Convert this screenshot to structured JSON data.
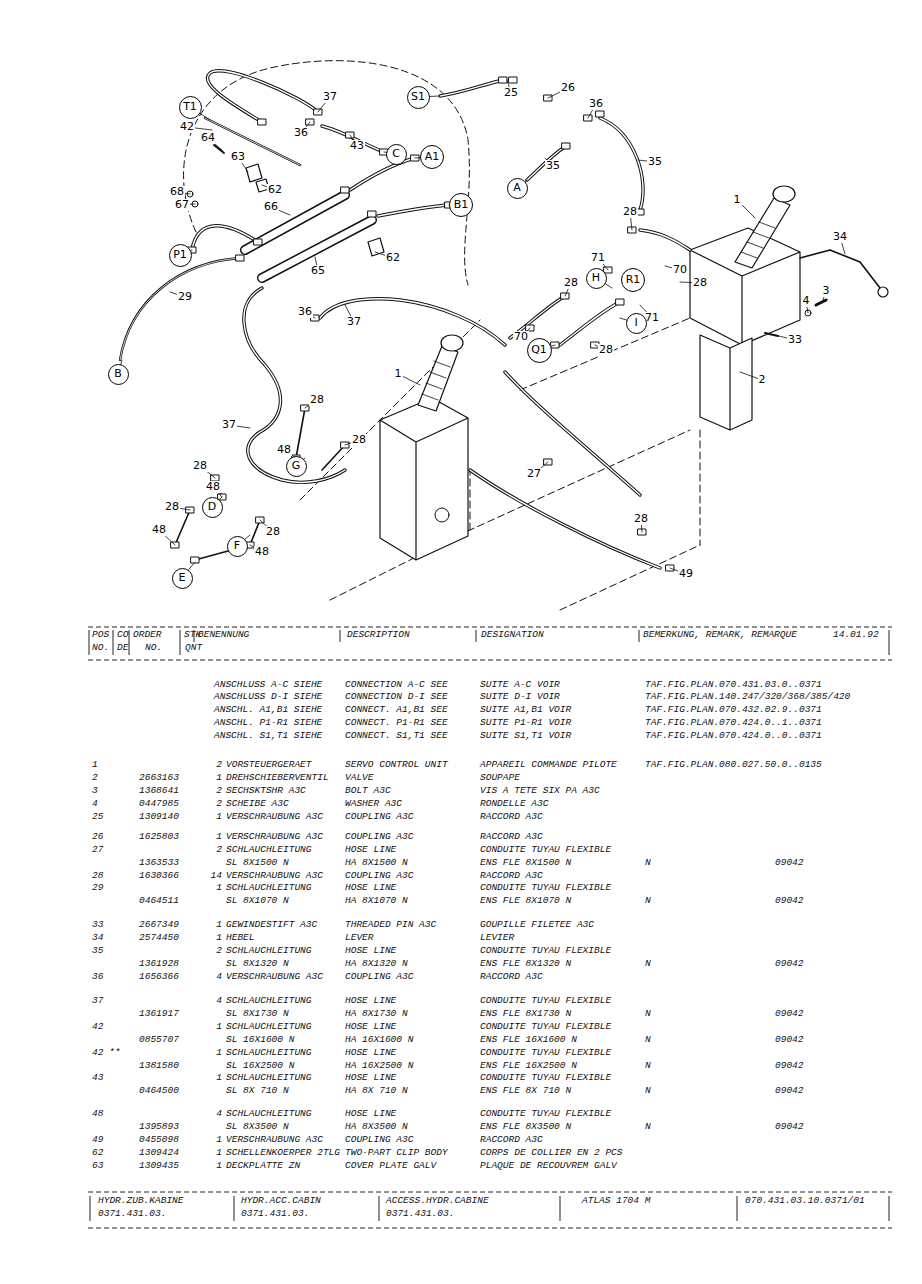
{
  "diagram": {
    "nodes": [
      {
        "text": [
          "T1"
        ]
      },
      {
        "text": [
          "S1"
        ]
      },
      {
        "text": [
          "C"
        ]
      },
      {
        "text": [
          "A1"
        ]
      },
      {
        "text": [
          "B1"
        ]
      },
      {
        "text": [
          "A"
        ]
      },
      {
        "text": [
          "P1"
        ]
      },
      {
        "text": [
          "H"
        ]
      },
      {
        "text": [
          "R1"
        ]
      },
      {
        "text": [
          "I"
        ]
      },
      {
        "text": [
          "Q1"
        ]
      },
      {
        "text": [
          "B"
        ]
      },
      {
        "text": [
          "G"
        ]
      },
      {
        "text": [
          "D"
        ]
      },
      {
        "text": [
          "F"
        ]
      },
      {
        "text": [
          "E"
        ]
      }
    ],
    "labels": [
      "37",
      "25",
      "26",
      "36",
      "42",
      "64",
      "36",
      "43",
      "63",
      "62",
      "68",
      "67",
      "66",
      "35",
      "35",
      "28",
      "1",
      "34",
      "71",
      "70",
      "28",
      "28",
      "4",
      "3",
      "62",
      "65",
      "29",
      "36",
      "37",
      "70",
      "71",
      "33",
      "28",
      "2",
      "1",
      "37",
      "28",
      "48",
      "28",
      "28",
      "48",
      "28",
      "48",
      "28",
      "48",
      "27",
      "28",
      "49",
      "POS",
      "CO",
      "ORDER",
      "STK",
      "BENENNUNG",
      "DESCRIPTION",
      "DESIGNATION",
      "BEMERKUNG, REMARK, REMARQUE",
      "14.01.92",
      "NO.",
      "DE",
      "NO.",
      "QNT",
      "ANSCHLUSS A-C SIEHE",
      "CONNECTION A-C SEE",
      "SUITE A-C VOIR",
      "TAF.FIG.PLAN.070.431.03.0..0371",
      "ANSCHLUSS D-I SIEHE",
      "CONNECTION D-I SEE",
      "SUITE D-I VOIR",
      "TAF.FIG.PLAN.140.247/320/368/385/420",
      "ANSCHL. A1,B1 SIEHE",
      "CONNECT. A1,B1 SEE",
      "SUITE A1,B1 VOIR",
      "TAF.FIG.PLAN.070.432.02.9..0371",
      "ANSCHL. P1-R1 SIEHE",
      "CONNECT. P1-R1 SEE",
      "SUITE P1-R1 VOIR",
      "TAF.FIG.PLAN.070.424.0..1..0371",
      "ANSCHL. S1,T1 SIEHE",
      "CONNECT. S1,T1 SEE",
      "SUITE S1,T1 VOIR",
      "TAF.FIG.PLAN.070.424.0..0..0371",
      "1",
      "2",
      "VORSTEUERGERAET",
      "SERVO CONTROL UNIT",
      "APPAREIL COMMANDE PILOTE",
      "TAF.FIG.PLAN.080.027.50.0..0135",
      "2",
      "2663163",
      "1",
      "DREHSCHIEBERVENTIL",
      "VALVE",
      "SOUPAPE",
      "3",
      "1368641",
      "2",
      "SECHSKTSHR A3C",
      "BOLT A3C",
      "VIS A TETE SIX PA A3C",
      "4",
      "0447985",
      "2",
      "SCHEIBE A3C",
      "WASHER A3C",
      "RONDELLE A3C",
      "25",
      "1309140",
      "1",
      "VERSCHRAUBUNG A3C",
      "COUPLING A3C",
      "RACCORD A3C",
      "26",
      "1625803",
      "1",
      "VERSCHRAUBUNG A3C",
      "COUPLING A3C",
      "RACCORD A3C",
      "27",
      "2",
      "SCHLAUCHLEITUNG",
      "HOSE LINE",
      "CONDUITE TUYAU FLEXIBLE",
      "1363533",
      "SL 8X1500 N",
      "HA 8X1500 N",
      "ENS FLE 8X1500 N",
      "N",
      "09042",
      "28",
      "1630366",
      "14",
      "VERSCHRAUBUNG A3C",
      "COUPLING A3C",
      "RACCORD A3C",
      "29",
      "1",
      "SCHLAUCHLEITUNG",
      "HOSE LINE",
      "CONDUITE TUYAU FLEXIBLE",
      "0464511",
      "SL 8X1070 N",
      "HA 8X1070 N",
      "ENS FLE 8X1070 N",
      "N",
      "09042",
      "33",
      "2667349",
      "1",
      "GEWINDESTIFT A3C",
      "THREADED PIN A3C",
      "GOUPILLE FILETEE A3C",
      "34",
      "2574450",
      "1",
      "HEBEL",
      "LEVER",
      "LEVIER",
      "35",
      "2",
      "SCHLAUCHLEITUNG",
      "HOSE LINE",
      "CONDUITE TUYAU FLEXIBLE",
      "1361928",
      "SL 8X1320 N",
      "HA 8X1320 N",
      "ENS FLE 8X1320 N",
      "N",
      "09042",
      "36",
      "1656366",
      "4",
      "VERSCHRAUBUNG A3C",
      "COUPLING A3C",
      "RACCORD A3C",
      "37",
      "4",
      "SCHLAUCHLEITUNG",
      "HOSE LINE",
      "CONDUITE TUYAU FLEXIBLE",
      "1361917",
      "SL 8X1730 N",
      "HA 8X1730 N",
      "ENS FLE 8X1730 N",
      "N",
      "09042",
      "42",
      "1",
      "SCHLAUCHLEITUNG",
      "HOSE LINE",
      "CONDUITE TUYAU FLEXIBLE",
      "0855707",
      "SL 16X1600 N",
      "HA 16X1600 N",
      "ENS FLE 16X1600 N",
      "N",
      "09042",
      "42 **",
      "1",
      "SCHLAUCHLEITUNG",
      "HOSE LINE",
      "CONDUITE TUYAU FLEXIBLE",
      "1381580",
      "SL 16X2500 N",
      "HA 16X2500 N",
      "ENS FLE 16X2500 N",
      "N",
      "09042",
      "43",
      "1",
      "SCHLAUCHLEITUNG",
      "HOSE LINE",
      "CONDUITE TUYAU FLEXIBLE",
      "0464500",
      "SL 8X 710 N",
      "HA 8X 710 N",
      "ENS FLE 8X 710 N",
      "N",
      "09042",
      "48",
      "4",
      "SCHLAUCHLEITUNG",
      "HOSE LINE",
      "CONDUITE TUYAU FLEXIBLE",
      "1395893",
      "SL 8X3500 N",
      "HA 8X3500 N",
      "ENS FLE 8X3500 N",
      "N",
      "09042",
      "49",
      "0455098",
      "1",
      "VERSCHRAUBUNG A3C",
      "COUPLING A3C",
      "RACCORD A3C",
      "62",
      "1309424",
      "1",
      "SCHELLENKOERPER 2TLG",
      "TWO-PART CLIP BODY",
      "CORPS DE COLLIER EN 2 PCS",
      "63",
      "1309435",
      "1",
      "DECKPLATTE ZN",
      "COVER PLATE GALV",
      "PLAQUE DE RECOUVREM GALV",
      "HYDR.ZUB.KABINE",
      "HYDR.ACC.CABIN",
      "ACCESS.HYDR.CABINE",
      "ATLAS 1704 M",
      "070.431.03.10.0371/01",
      "0371.431.03.",
      "0371.431.03.",
      "0371.431.03."
    ]
  }
}
